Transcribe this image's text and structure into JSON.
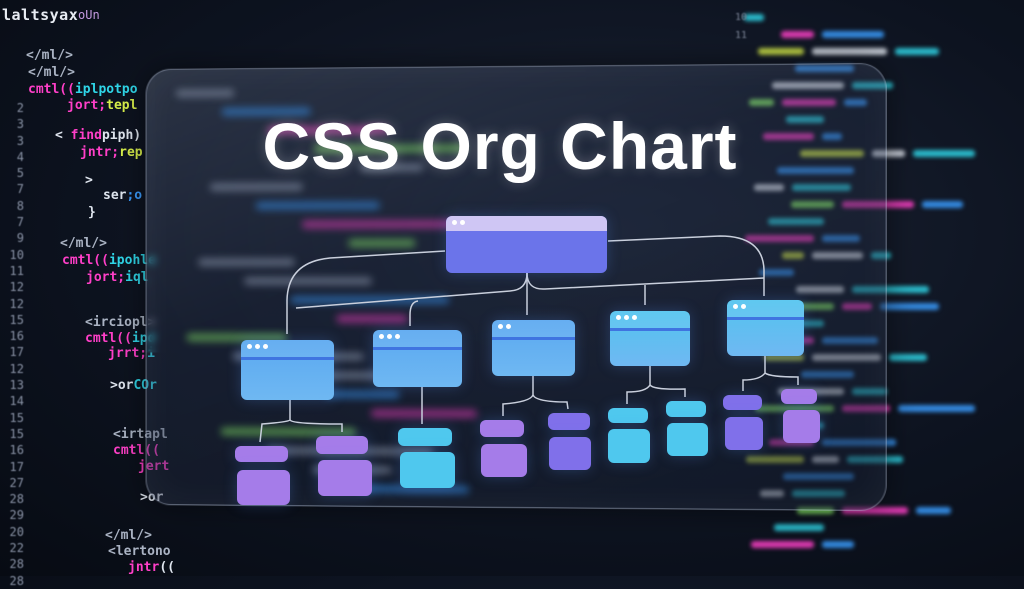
{
  "editor": {
    "header_title": "laltsyax",
    "header_tab": "oUn",
    "line_numbers": [
      "2",
      "3",
      "3",
      "4",
      "5",
      "7",
      "8",
      "7",
      "9",
      "10",
      "11",
      "12",
      "12",
      "15",
      "16",
      "17",
      "12",
      "13",
      "14",
      "15",
      "15",
      "16",
      "17",
      "27",
      "28",
      "29",
      "20",
      "22",
      "28",
      "28"
    ],
    "right_line_numbers": [
      "10",
      "11"
    ],
    "code_lines": [
      {
        "parts": [
          {
            "t": "</ml/>",
            "c": "gr"
          }
        ]
      },
      {
        "parts": [
          {
            "t": "</ml/>",
            "c": "gr"
          }
        ]
      },
      {
        "parts": [
          {
            "t": "cmtl((",
            "c": "pk"
          },
          {
            "t": "iplpotpo",
            "c": "cy"
          }
        ]
      },
      {
        "parts": [
          {
            "t": "jort;",
            "c": "pk"
          },
          {
            "t": "tepl",
            "c": "ye"
          }
        ]
      },
      {
        "parts": [
          {
            "t": "< ",
            "c": "wh"
          },
          {
            "t": "find",
            "c": "pk"
          },
          {
            "t": "piph)",
            "c": "wh"
          }
        ]
      },
      {
        "parts": [
          {
            "t": "jntr;",
            "c": "pk"
          },
          {
            "t": "rep",
            "c": "ye"
          }
        ]
      },
      {
        "parts": [
          {
            "t": ">",
            "c": "wh"
          }
        ]
      },
      {
        "parts": [
          {
            "t": "ser",
            "c": "wh"
          },
          {
            "t": ";o",
            "c": "bl"
          }
        ]
      },
      {
        "parts": [
          {
            "t": "}",
            "c": "wh"
          }
        ]
      },
      {
        "parts": [
          {
            "t": "</ml/>",
            "c": "gr"
          }
        ]
      },
      {
        "parts": [
          {
            "t": "cmtl((",
            "c": "pk"
          },
          {
            "t": "ipohle",
            "c": "cy"
          }
        ]
      },
      {
        "parts": [
          {
            "t": "jort;",
            "c": "pk"
          },
          {
            "t": "iql",
            "c": "cy"
          }
        ]
      },
      {
        "parts": [
          {
            "t": "<irciopl>",
            "c": "gr"
          }
        ]
      },
      {
        "parts": [
          {
            "t": "cmtl((",
            "c": "pk"
          },
          {
            "t": "ipd",
            "c": "cy"
          }
        ]
      },
      {
        "parts": [
          {
            "t": "jrrt;",
            "c": "pk"
          },
          {
            "t": "i",
            "c": "cy"
          }
        ]
      },
      {
        "parts": [
          {
            "t": ">or",
            "c": "wh"
          },
          {
            "t": "COr",
            "c": "cy"
          }
        ]
      },
      {
        "parts": [
          {
            "t": "<irtapl",
            "c": "gr"
          }
        ]
      },
      {
        "parts": [
          {
            "t": "cmtl((",
            "c": "pk"
          }
        ]
      },
      {
        "parts": [
          {
            "t": "jert",
            "c": "pk"
          }
        ]
      },
      {
        "parts": [
          {
            "t": ">or",
            "c": "wh"
          }
        ]
      },
      {
        "parts": [
          {
            "t": "</ml/>",
            "c": "gr"
          }
        ]
      },
      {
        "parts": [
          {
            "t": "<lertono",
            "c": "gr"
          }
        ]
      },
      {
        "parts": [
          {
            "t": "jntr",
            "c": "pk"
          },
          {
            "t": "((",
            "c": "wh"
          }
        ]
      }
    ]
  },
  "panel": {
    "title": "CSS Org Chart"
  },
  "colors": {
    "root": "#6b74ea",
    "root_header": "#cfc6f4",
    "manager_blue": "#5aa8f0",
    "manager_cyan": "#52c4ef",
    "leaf_purple": "#a57ce9",
    "leaf_cyan": "#4fc8ee",
    "leaf_violet": "#8070ea",
    "link": "#c9cfdc"
  }
}
